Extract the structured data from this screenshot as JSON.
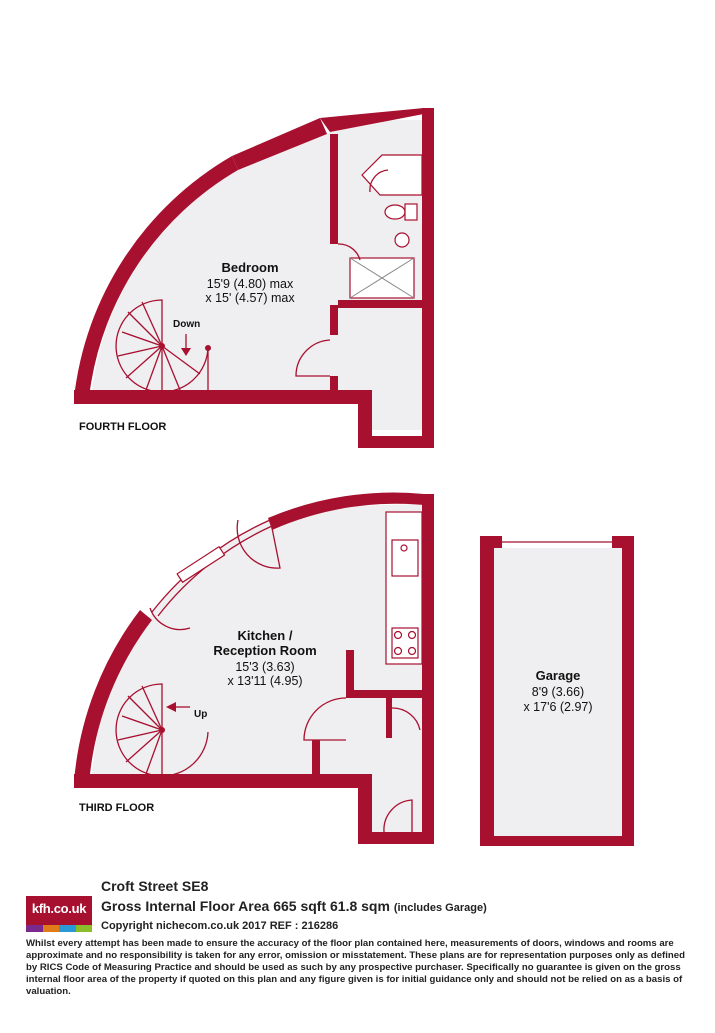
{
  "floors": {
    "fourth": {
      "label": "FOURTH FLOOR",
      "bedroom": {
        "name": "Bedroom",
        "dim1": "15'9 (4.80) max",
        "dim2": "x 15' (4.57) max"
      },
      "stair_label": "Down"
    },
    "third": {
      "label": "THIRD FLOOR",
      "kitchen": {
        "name_line1": "Kitchen /",
        "name_line2": "Reception Room",
        "dim1": "15'3 (3.63)",
        "dim2": "x 13'11 (4.95)"
      },
      "stair_label": "Up"
    },
    "garage": {
      "name": "Garage",
      "dim1": "8'9 (3.66)",
      "dim2": "x 17'6 (2.97)"
    }
  },
  "footer": {
    "address": "Croft Street  SE8",
    "area_text": "Gross Internal Floor Area 665 sqft 61.8 sqm",
    "area_note": "(includes Garage)",
    "copyright": "Copyright nichecom.co.uk 2017 REF : 216286",
    "disclaimer": "Whilst every attempt has been made to ensure the accuracy of the floor plan contained here, measurements of doors, windows and rooms are approximate and no responsibility is taken for any error, omission or misstatement.  These plans are for representation purposes only as defined by RICS Code of Measuring Practice and should be used as such by any prospective purchaser.  Specifically no guarantee is given on the gross internal floor area of the property if quoted on this plan and any figure given is for initial guidance only and should not be relied on as a basis of valuation."
  },
  "logo": {
    "text": "kfh.co.uk",
    "brand_color": "#a8102f",
    "bar_colors": [
      "#7a2a8c",
      "#e07a1a",
      "#2a9ad6",
      "#8bbd2a"
    ]
  }
}
